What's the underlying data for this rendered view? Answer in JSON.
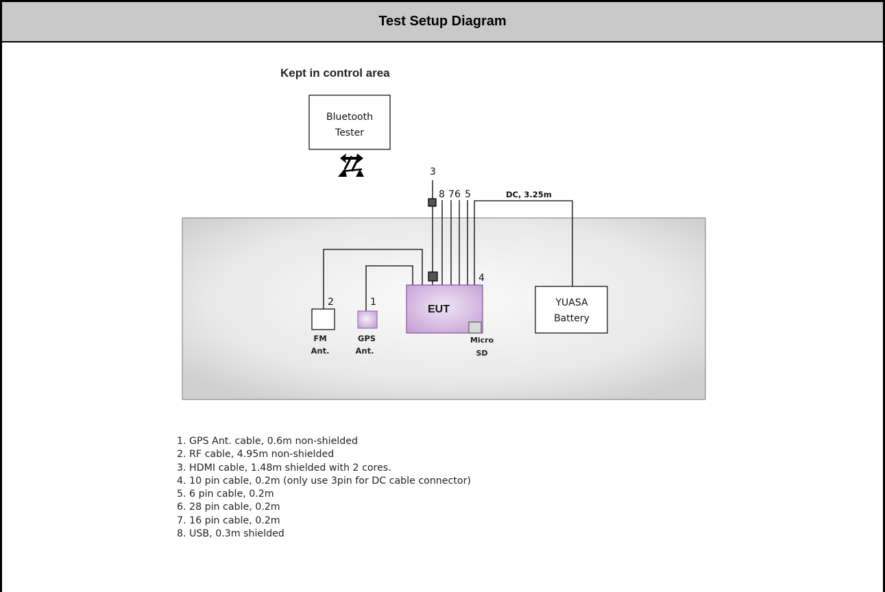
{
  "header": {
    "title": "Test Setup Diagram"
  },
  "diagram": {
    "area_label": "Kept in control area",
    "bluetooth_tester": [
      "Bluetooth",
      "Tester"
    ],
    "eut": "EUT",
    "battery": [
      "YUASA",
      "Battery"
    ],
    "fm_ant": [
      "FM",
      "Ant."
    ],
    "gps_ant": [
      "GPS",
      "Ant."
    ],
    "micro_sd": [
      "Micro",
      "SD"
    ],
    "dc_label": "DC, 3.25m",
    "cable_numbers": {
      "n1": "1",
      "n2": "2",
      "n3": "3",
      "n4": "4",
      "n5": "5",
      "n6": "6",
      "n7": "7",
      "n8": "8"
    },
    "icons": {
      "wireless": "wireless-link-icon"
    },
    "colors": {
      "eut_fill": "#c9a7d6",
      "eut_border": "#8e5aa8",
      "chamber_border": "#808080"
    }
  },
  "legend": [
    "1. GPS Ant. cable, 0.6m non-shielded",
    "2. RF cable, 4.95m non-shielded",
    "3. HDMI cable, 1.48m shielded with 2 cores.",
    "4. 10 pin cable, 0.2m (only use 3pin for DC cable connector)",
    "5. 6 pin cable, 0.2m",
    "6. 28 pin cable, 0.2m",
    "7. 16 pin cable, 0.2m",
    "8. USB, 0.3m shielded"
  ]
}
